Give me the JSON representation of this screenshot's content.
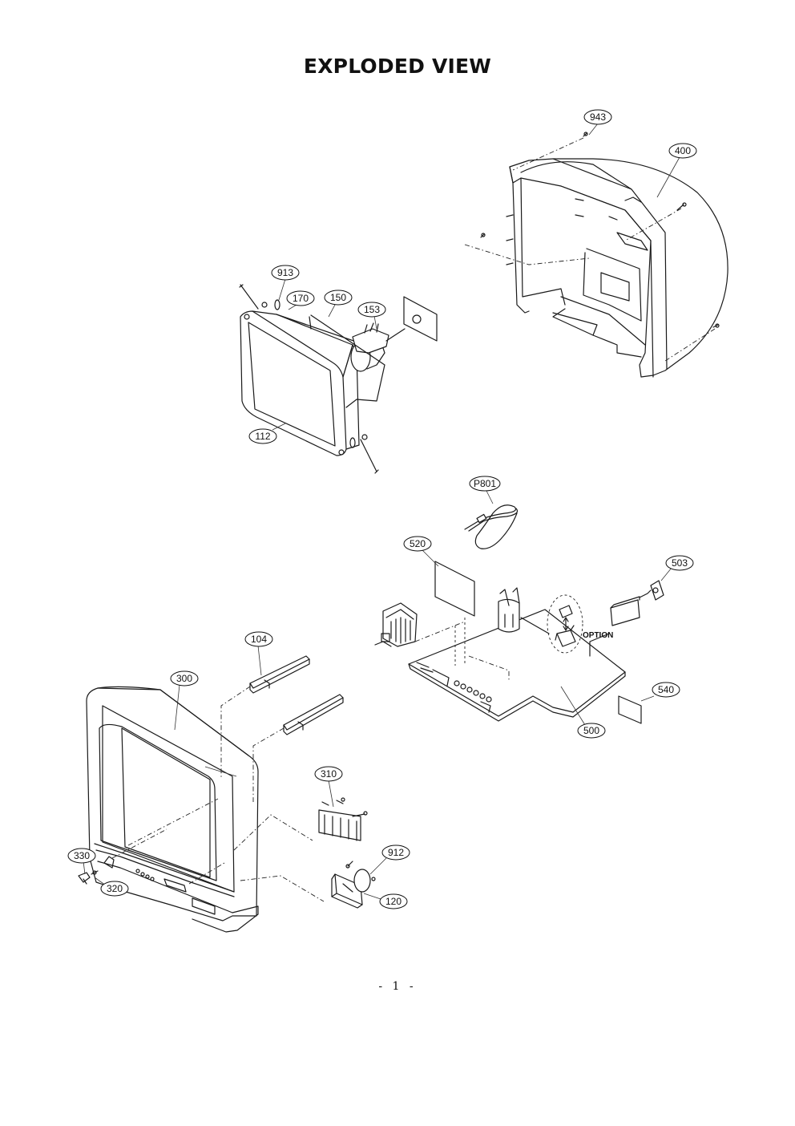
{
  "page": {
    "title": "EXPLODED VIEW",
    "page_number": "- 1 -"
  },
  "diagram": {
    "option_label": "OPTION",
    "callouts": [
      {
        "id": "943",
        "label": "943"
      },
      {
        "id": "400",
        "label": "400"
      },
      {
        "id": "913",
        "label": "913"
      },
      {
        "id": "170",
        "label": "170"
      },
      {
        "id": "150",
        "label": "150"
      },
      {
        "id": "153",
        "label": "153"
      },
      {
        "id": "112",
        "label": "112"
      },
      {
        "id": "P801",
        "label": "P801"
      },
      {
        "id": "520",
        "label": "520"
      },
      {
        "id": "503",
        "label": "503"
      },
      {
        "id": "104",
        "label": "104"
      },
      {
        "id": "300",
        "label": "300"
      },
      {
        "id": "540",
        "label": "540"
      },
      {
        "id": "500",
        "label": "500"
      },
      {
        "id": "310",
        "label": "310"
      },
      {
        "id": "912",
        "label": "912"
      },
      {
        "id": "330",
        "label": "330"
      },
      {
        "id": "320",
        "label": "320"
      },
      {
        "id": "120",
        "label": "120"
      }
    ]
  }
}
